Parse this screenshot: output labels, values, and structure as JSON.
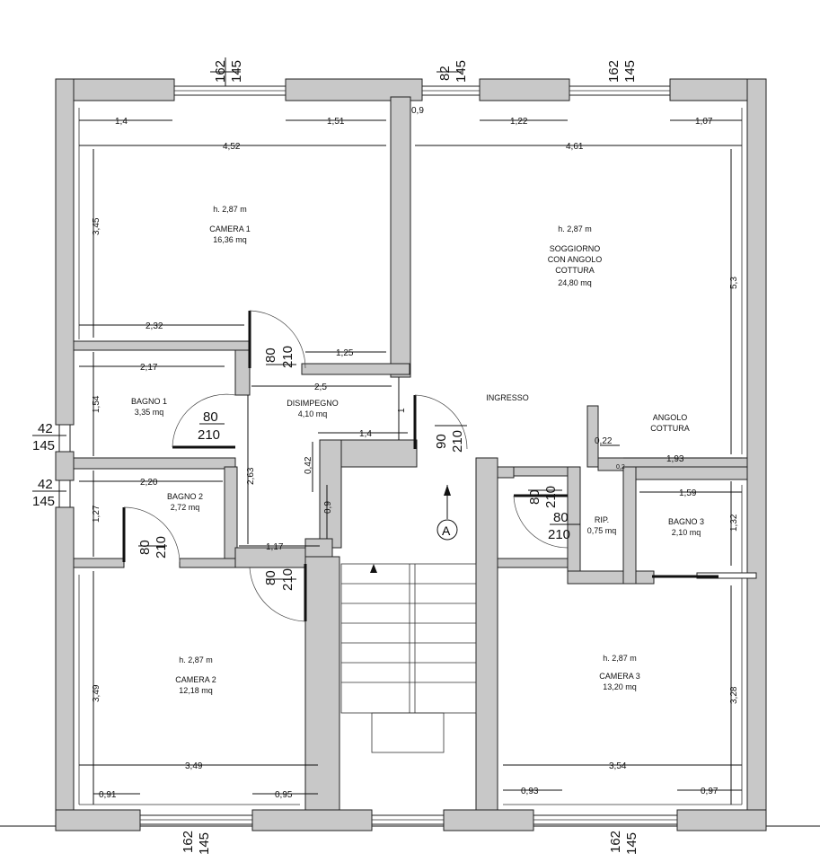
{
  "rooms": {
    "camera1": {
      "height": "h. 2,87 m",
      "name": "CAMERA 1",
      "area": "16,36 mq"
    },
    "soggiorno": {
      "height": "h. 2,87 m",
      "name1": "SOGGIORNO",
      "name2": "CON ANGOLO",
      "name3": "COTTURA",
      "area": "24,80 mq"
    },
    "bagno1": {
      "name": "BAGNO 1",
      "area": "3,35 mq"
    },
    "disimpegno": {
      "name": "DISIMPEGNO",
      "area": "4,10 mq"
    },
    "ingresso": {
      "name": "INGRESSO"
    },
    "angolo": {
      "name1": "ANGOLO",
      "name2": "COTTURA"
    },
    "bagno2": {
      "name": "BAGNO 2",
      "area": "2,72 mq"
    },
    "rip": {
      "name": "RIP.",
      "area": "0,75 mq"
    },
    "bagno3": {
      "name": "BAGNO 3",
      "area": "2,10 mq"
    },
    "camera2": {
      "height": "h. 2,87 m",
      "name": "CAMERA 2",
      "area": "12,18 mq"
    },
    "camera3": {
      "height": "h. 2,87 m",
      "name": "CAMERA 3",
      "area": "13,20 mq"
    }
  },
  "dimensions": {
    "d1": "1,4",
    "d2": "1,51",
    "d3": "0,9",
    "d4": "1,22",
    "d5": "1,07",
    "d6": "4,52",
    "d7": "4,61",
    "d8": "3,45",
    "d9": "5,3",
    "d10": "2,32",
    "d11": "1,25",
    "d12": "2,17",
    "d13": "2,5",
    "d14": "1,54",
    "d15": "1,4",
    "d16": "1",
    "d17": "0,42",
    "d18": "2,63",
    "d19": "0,22",
    "d20": "1,93",
    "d21": "2,20",
    "d22": "1,27",
    "d23": "0,9",
    "d24": "1,59",
    "d25": "1,32",
    "d26": "1,17",
    "d27": "3,49",
    "d28": "3,28",
    "d29": "3,49",
    "d30": "3,54",
    "d31": "0,91",
    "d32": "0,95",
    "d33": "0,93",
    "d34": "0,97",
    "d35": "0,2"
  },
  "windows": {
    "w1a": "162",
    "w1b": "145",
    "w2a": "82",
    "w2b": "145",
    "w3a": "162",
    "w3b": "145",
    "w4a": "42",
    "w4b": "145",
    "w5a": "42",
    "w5b": "145",
    "w6a": "162",
    "w6b": "145",
    "w7a": "162",
    "w7b": "145"
  },
  "doors": {
    "dr1a": "80",
    "dr1b": "210",
    "dr2a": "80",
    "dr2b": "210",
    "dr3a": "90",
    "dr3b": "210",
    "dr4a": "80",
    "dr4b": "210",
    "dr5a": "80",
    "dr5b": "210",
    "dr6a": "80",
    "dr6b": "210",
    "dr7a": "80",
    "dr7b": "210"
  },
  "section_marker": "A"
}
